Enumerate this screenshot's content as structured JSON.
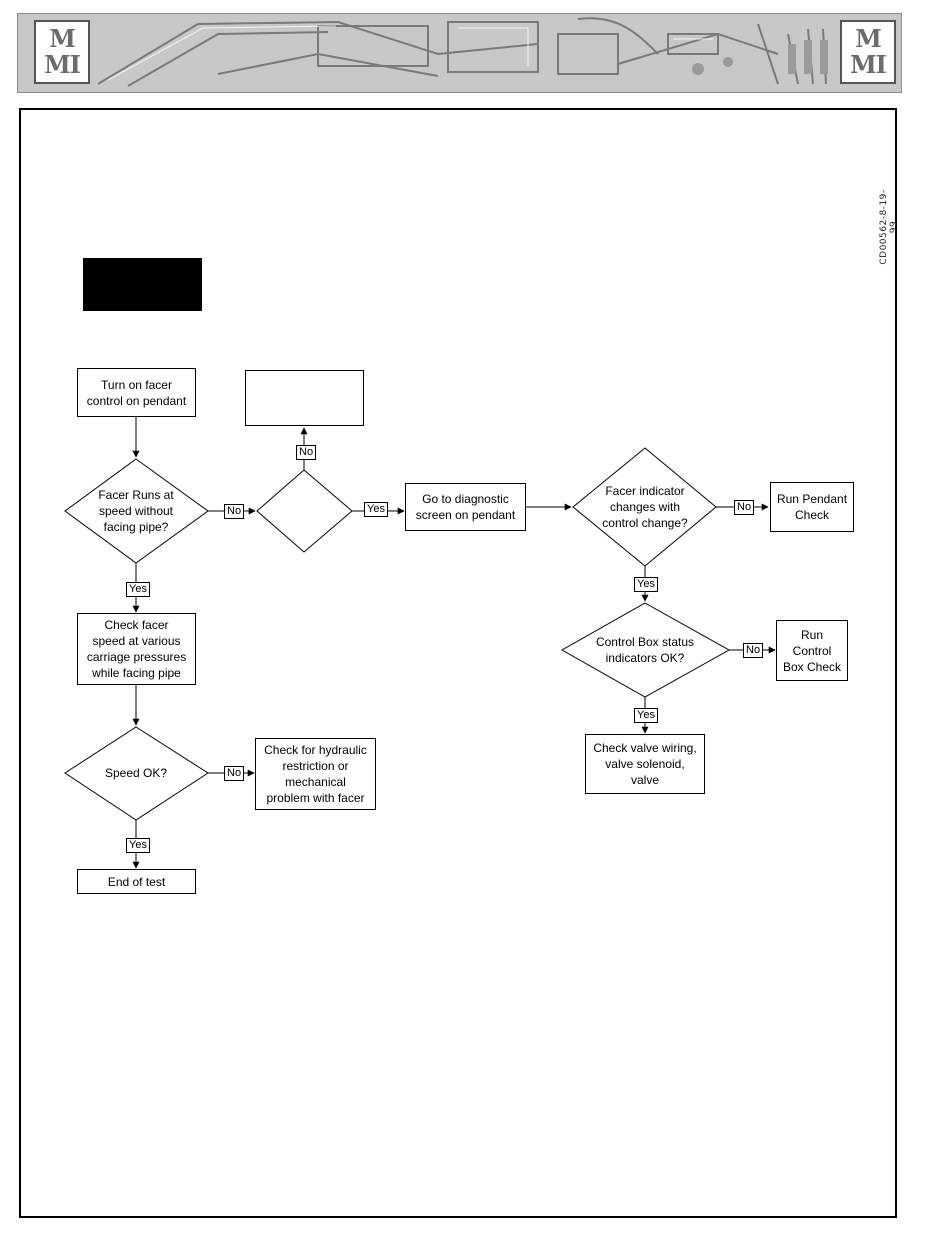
{
  "header": {
    "logo_left": [
      "M",
      "MI"
    ],
    "logo_right": [
      "M",
      "MI"
    ]
  },
  "document_code": "CD00562-8-19-99",
  "flowchart": {
    "nodes": {
      "turn_on": "Turn on facer\ncontrol on pendant",
      "facer_runs": "Facer Runs at\nspeed without\nfacing pipe?",
      "check_speed": "Check  facer\nspeed at various\ncarriage pressures\nwhile facing pipe",
      "speed_ok": "Speed OK?",
      "end_test": "End of test",
      "check_hydraulic": "Check for hydraulic\nrestriction or\nmechanical\nproblem with facer",
      "go_diagnostic": "Go to diagnostic\nscreen on pendant",
      "facer_indicator": "Facer indicator\nchanges with\ncontrol change?",
      "run_pendant": "Run Pendant\nCheck",
      "control_box_status": "Control Box status\nindicators OK?",
      "run_control_box": "Run\nControl\nBox Check",
      "check_valve": "Check valve wiring,\nvalve solenoid,\nvalve",
      "blank_box": "",
      "blank_diamond": ""
    },
    "labels": {
      "yes": "Yes",
      "no": "No"
    }
  }
}
